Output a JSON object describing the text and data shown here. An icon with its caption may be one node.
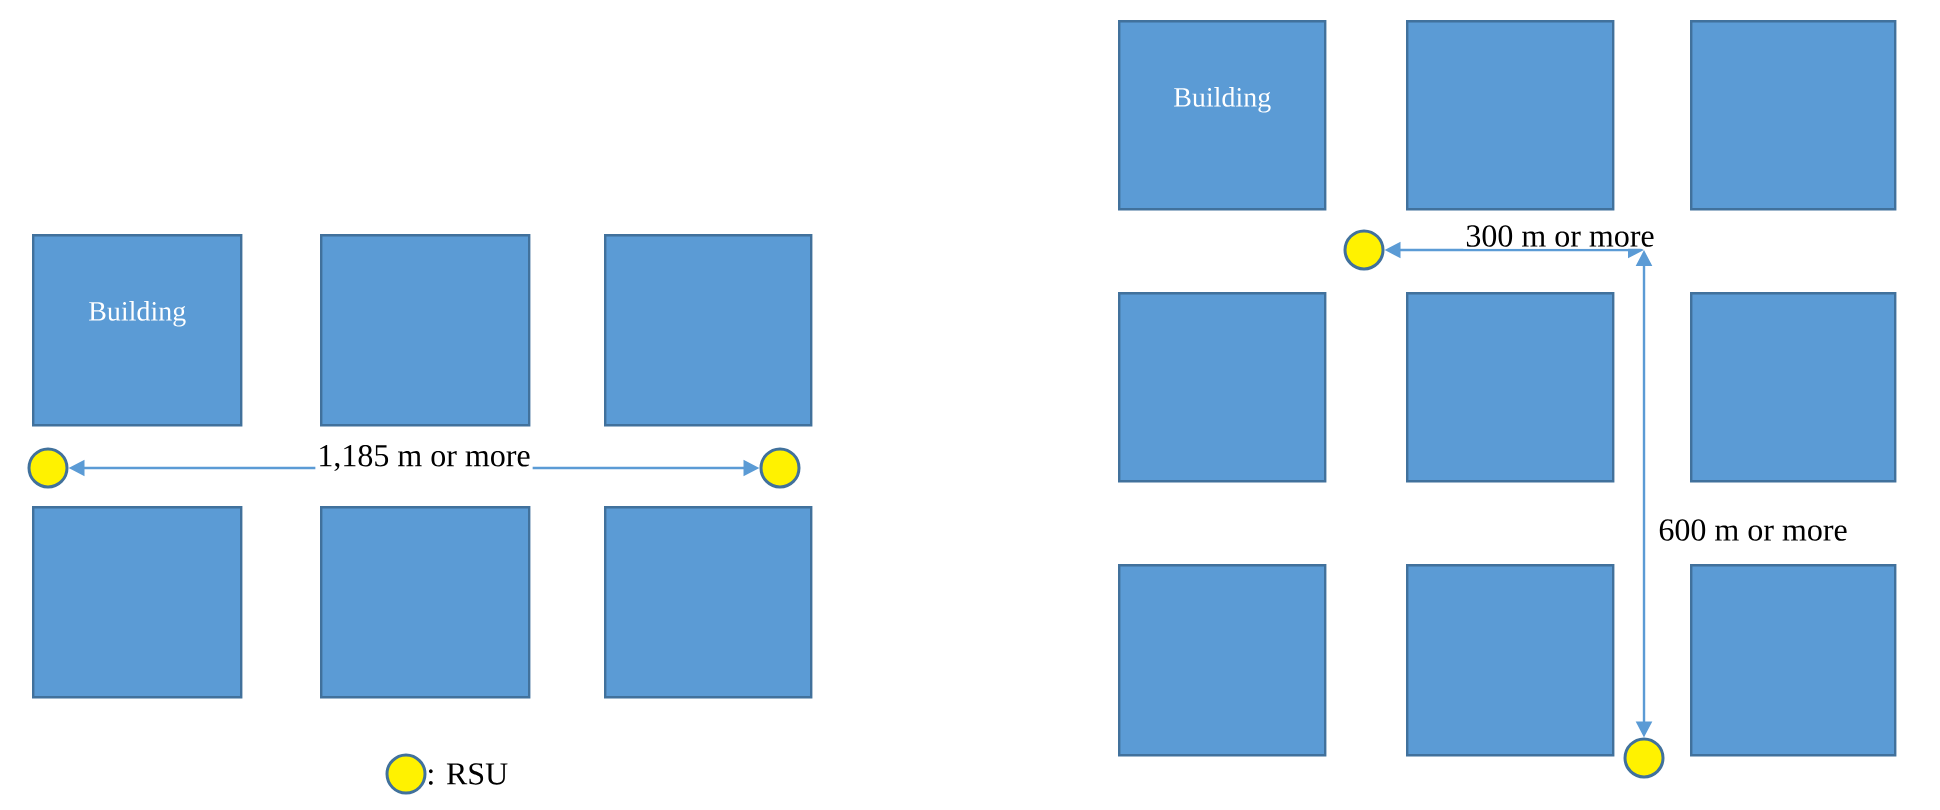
{
  "diagram": {
    "nodes": [
      {
        "text": [
          "Building"
        ]
      },
      {
        "text": [],
        "shape": "box"
      },
      {
        "text": [],
        "shape": "box"
      },
      {
        "text": [],
        "shape": "circle"
      },
      {
        "text": [],
        "shape": "circle"
      },
      {
        "text": [],
        "shape": "box"
      },
      {
        "text": [],
        "shape": "box"
      },
      {
        "text": [],
        "shape": "box"
      },
      {
        "text": [
          "Building"
        ]
      },
      {
        "text": [],
        "shape": "box"
      },
      {
        "text": [],
        "shape": "box"
      },
      {
        "text": [],
        "shape": "circle"
      },
      {
        "text": [],
        "shape": "box"
      },
      {
        "text": [],
        "shape": "box"
      },
      {
        "text": [],
        "shape": "box"
      },
      {
        "text": [],
        "shape": "box"
      },
      {
        "text": [],
        "shape": "box"
      },
      {
        "text": [],
        "shape": "box"
      },
      {
        "text": [],
        "shape": "circle"
      }
    ],
    "edges": [
      {
        "from": 3,
        "to": 4,
        "arrow": "both",
        "label": "1,185 m or more"
      },
      {
        "from": 11,
        "to": null,
        "arrow": "both",
        "label": "300 m or more"
      },
      {
        "from": null,
        "to": 18,
        "arrow": "both",
        "label": "600 m or more"
      }
    ],
    "legend": [
      {
        "text": ": RSU"
      }
    ]
  }
}
